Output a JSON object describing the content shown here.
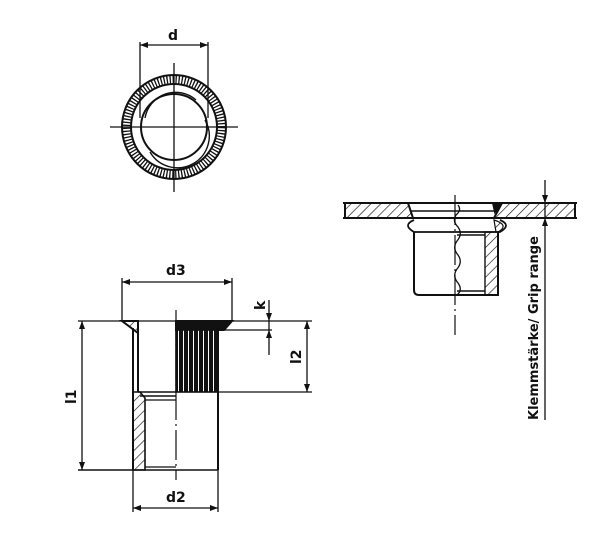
{
  "drawing": {
    "subject": "Blind rivet nut, flat countersunk head, knurled shank",
    "views": {
      "top_view": {
        "label": "top-view",
        "dimension": "d"
      },
      "section_view": {
        "dimensions": {
          "head_diameter": "d3",
          "shank_diameter": "d2",
          "overall_length": "l1",
          "knurl_length": "l2",
          "head_height": "k"
        }
      },
      "installed_view": {
        "grip_label": "Klemmstärke/ Grip range"
      }
    },
    "colors": {
      "line": "#111111",
      "background": "#ffffff"
    }
  }
}
